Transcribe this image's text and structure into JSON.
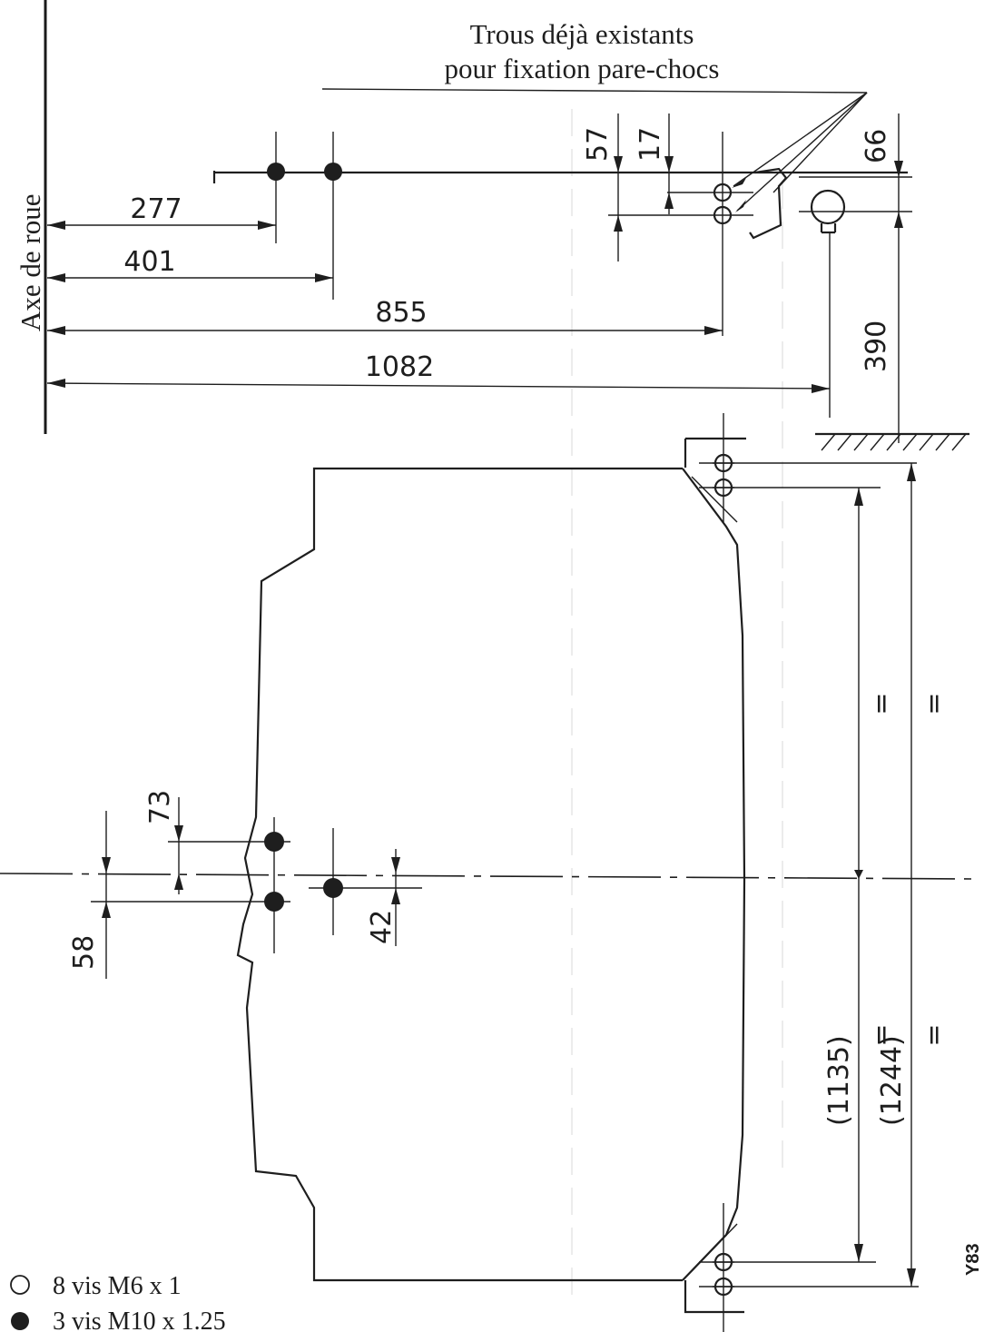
{
  "annotation": {
    "line1": "Trous déjà existants",
    "line2": "pour fixation pare-chocs"
  },
  "axis_label": "Axe de roue",
  "dimensions": {
    "d277": "277",
    "d401": "401",
    "d855": "855",
    "d1082": "1082",
    "d57": "57",
    "d17": "17",
    "d66": "66",
    "d390": "390",
    "d73": "73",
    "d58": "58",
    "d42": "42",
    "d1135": "(1135)",
    "d1244": "(1244)",
    "equal": "="
  },
  "legend": {
    "open_label": "8 vis M6 x 1",
    "filled_label": "3 vis M10 x 1.25"
  },
  "figure_code": "Y83"
}
